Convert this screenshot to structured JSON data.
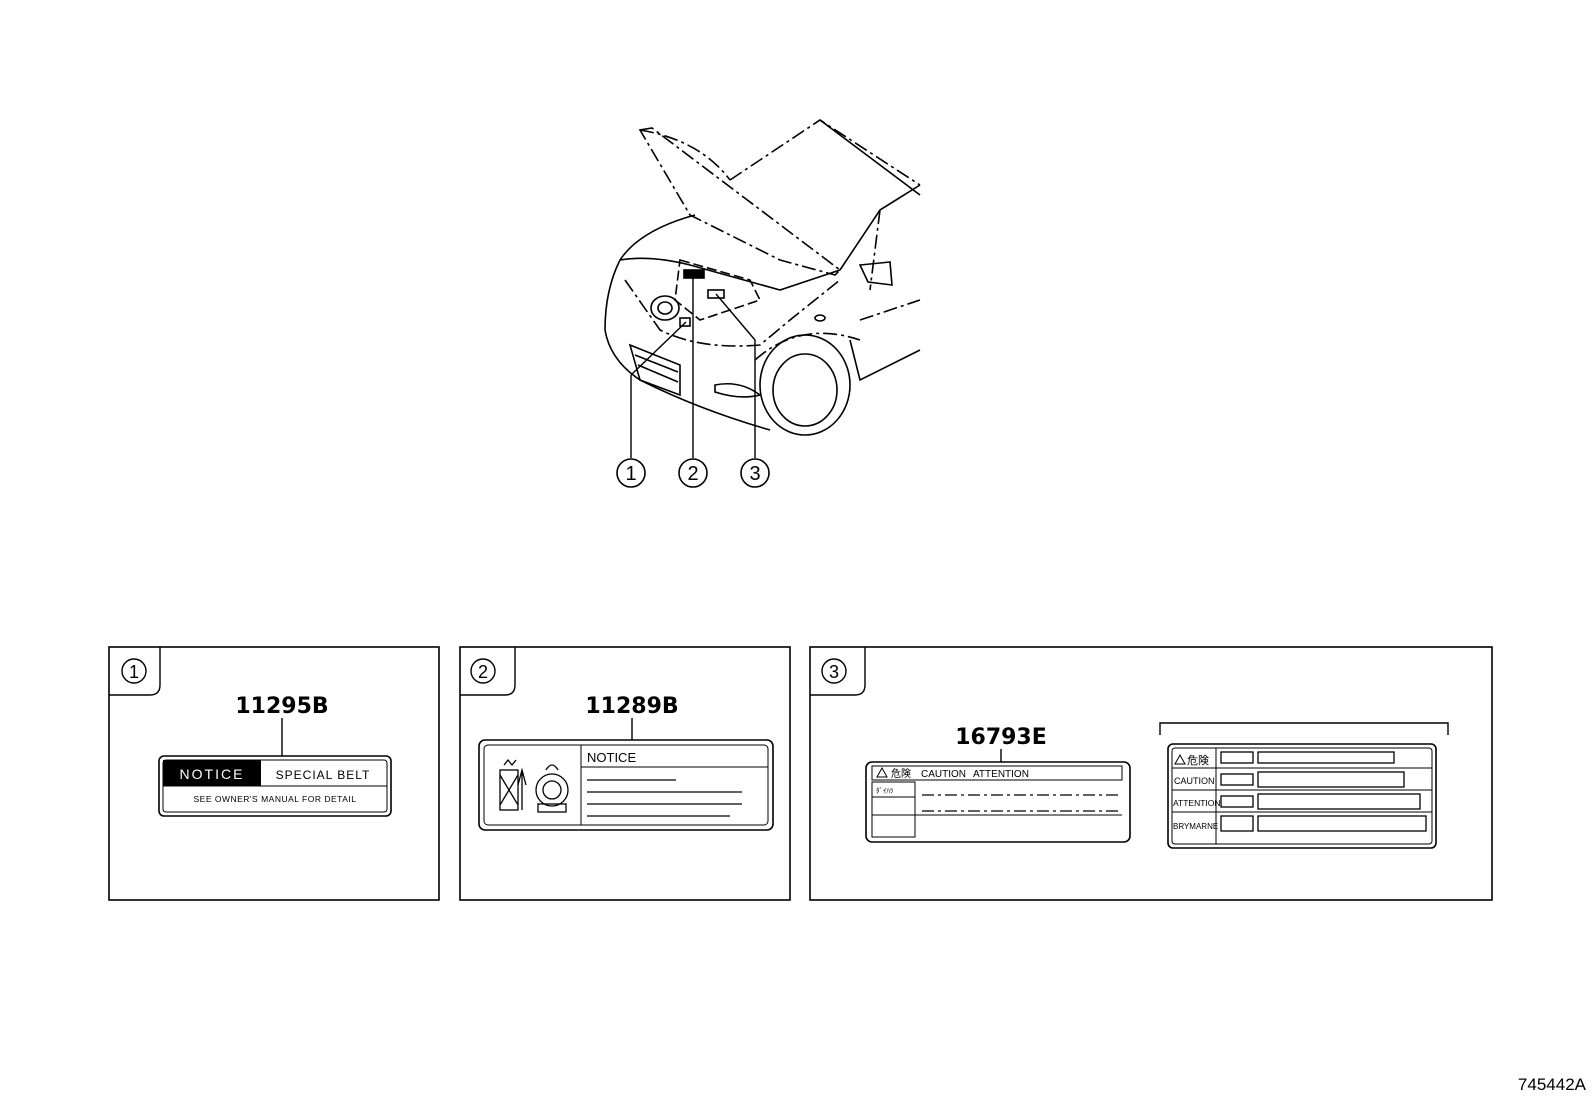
{
  "callouts": [
    "1",
    "2",
    "3"
  ],
  "panels": [
    {
      "index": "1",
      "part_number": "11295B",
      "label": {
        "notice": "NOTICE",
        "title": "SPECIAL BELT",
        "body": "SEE OWNER'S MANUAL FOR DETAIL"
      }
    },
    {
      "index": "2",
      "part_number": "11289B",
      "label": {
        "notice": "NOTICE"
      }
    },
    {
      "index": "3",
      "part_number": "16793E",
      "label_a": {
        "danger_jp": "危険",
        "caution": "CAUTION",
        "attention": "ATTENTION",
        "row_small": "ﾀﾞｲﾊﾂ"
      },
      "label_b": {
        "danger_jp": "危険",
        "caution": "CAUTION",
        "attention": "ATTENTION",
        "warnung": "BRYMARNE"
      }
    }
  ],
  "diagram_id": "745442A"
}
